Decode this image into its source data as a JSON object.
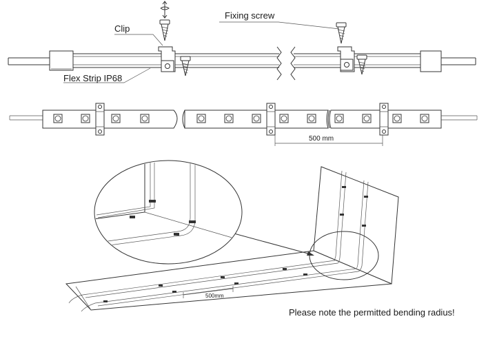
{
  "labels": {
    "clip": "Clip",
    "fixing_screw": "Fixing screw",
    "flex_strip": "Flex Strip IP68",
    "spacing_top": "500 mm",
    "spacing_bottom": "500mm",
    "note": "Please note the permitted bending radius!"
  },
  "icons": [
    "rotate-arrow-icon",
    "screw-icon",
    "clip-icon",
    "led-chip-icon",
    "mounting-tab-icon",
    "break-mark-icon"
  ],
  "colors": {
    "line": "#333333",
    "fill": "#ffffff",
    "text": "#1a1a1a"
  }
}
